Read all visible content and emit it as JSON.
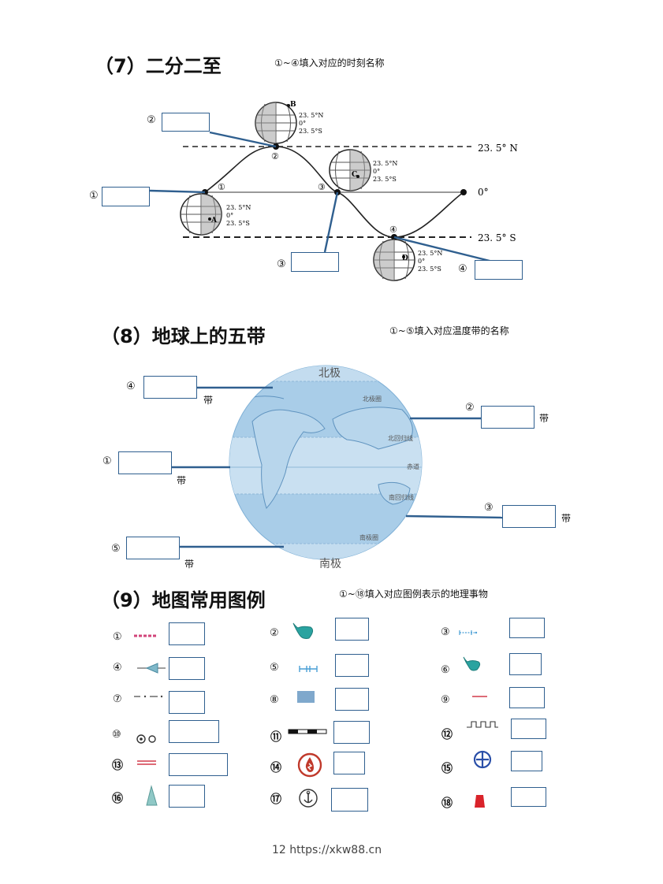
{
  "s7": {
    "title": "（7）二分二至",
    "note": "①~④填入对应的时刻名称",
    "lat_n": "23. 5° N",
    "lat_0": "0°",
    "lat_s": "23. 5° S",
    "globe_lat_n": "23. 5°N",
    "globe_lat_0": "0°",
    "globe_lat_s": "23. 5°S",
    "points": [
      "A",
      "B",
      "C",
      "D"
    ],
    "nums": [
      "①",
      "②",
      "③",
      "④"
    ]
  },
  "s8": {
    "title": "（8）地球上的五带",
    "note": "①~⑤填入对应温度带的名称",
    "north_pole": "北极",
    "south_pole": "南极",
    "lines": [
      "北极圈",
      "北回归线",
      "赤道",
      "南回归线",
      "南极圈"
    ],
    "nums": [
      "①",
      "②",
      "③",
      "④",
      "⑤"
    ],
    "suffix": "带"
  },
  "s9": {
    "title": "（9）地图常用图例",
    "note": "①~⑱填入对应图例表示的地理事物",
    "nums": [
      "①",
      "②",
      "③",
      "④",
      "⑤",
      "⑥",
      "⑦",
      "⑧",
      "⑨",
      "⑩",
      "⑪",
      "⑫",
      "⑬",
      "⑭",
      "⑮",
      "⑯",
      "⑰",
      "⑱"
    ]
  },
  "footer": "12 https://xkw88.cn",
  "colors": {
    "line_blue": "#2f5f8f",
    "globe_blue": "#a9cde8",
    "legend_red": "#d23a4a",
    "legend_teal": "#2aa3a0"
  }
}
